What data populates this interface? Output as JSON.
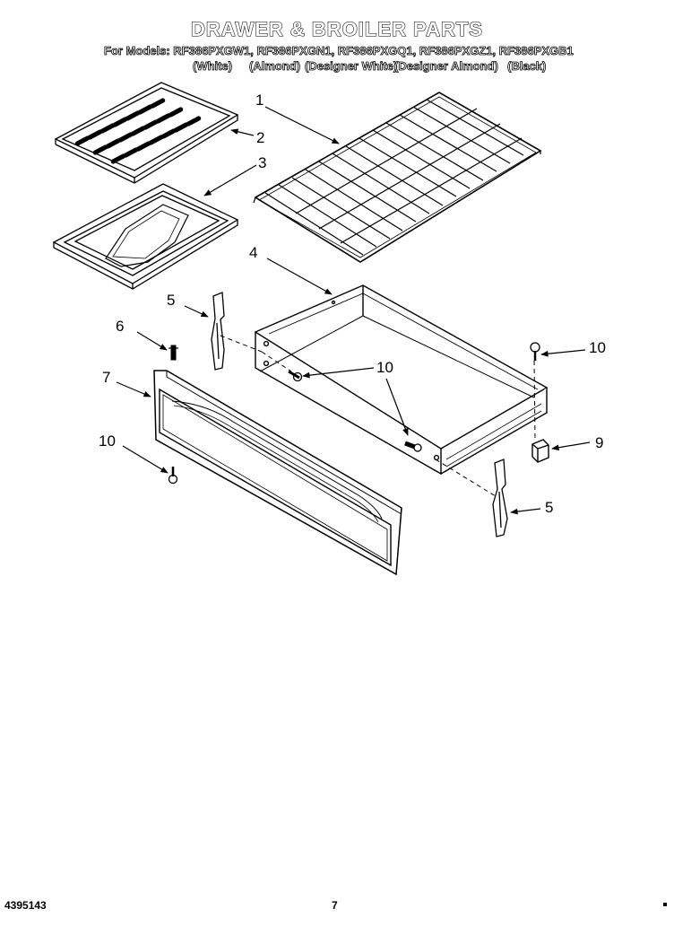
{
  "title": "DRAWER & BROILER PARTS",
  "models": "For Models: RF386PXGW1, RF386PXGN1, RF386PXGQ1, RF386PXGZ1, RF386PXGB1",
  "colors": [
    "(White)",
    "(Almond)",
    "(Designer White)",
    "(Designer Almond)",
    "(Black)"
  ],
  "callouts": [
    "1",
    "2",
    "3",
    "4",
    "5",
    "6",
    "7",
    "10",
    "10",
    "10",
    "9",
    "5"
  ],
  "footer": {
    "doc_number": "4395143",
    "page_number": "7"
  }
}
